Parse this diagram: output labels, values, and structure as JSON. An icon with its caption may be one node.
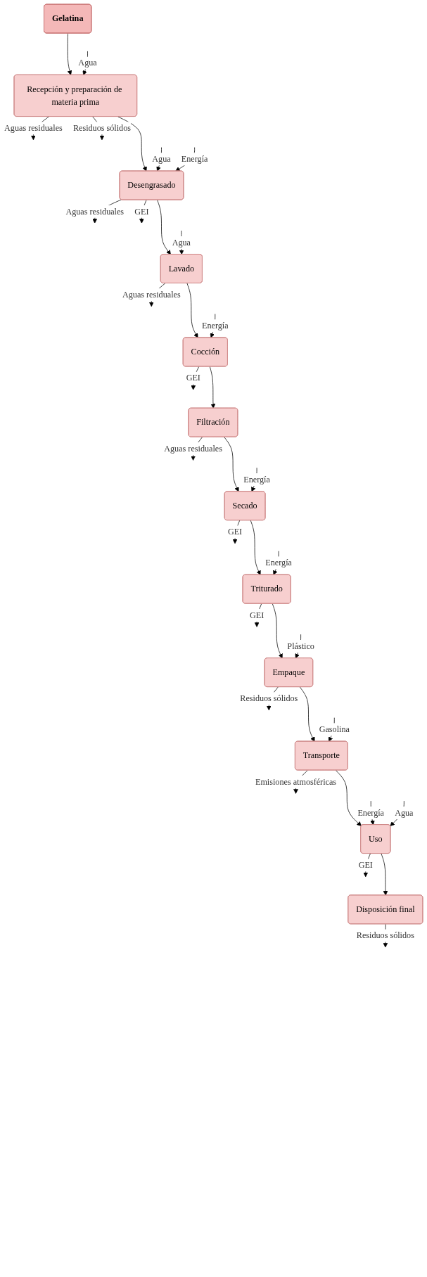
{
  "diagram": {
    "nodes": [
      {
        "text": [
          "Gelatina"
        ]
      },
      {
        "text": [
          "Recepción y preparación de materia prima"
        ]
      },
      {
        "text": [
          "Desengrasado"
        ]
      },
      {
        "text": [
          "Lavado"
        ]
      },
      {
        "text": [
          "Cocción"
        ]
      },
      {
        "text": [
          "Filtración"
        ]
      },
      {
        "text": [
          "Secado"
        ]
      },
      {
        "text": [
          "Triturado"
        ]
      },
      {
        "text": [
          "Empaque"
        ]
      },
      {
        "text": [
          "Transporte"
        ]
      },
      {
        "text": [
          "Uso"
        ]
      },
      {
        "text": [
          "Disposición final"
        ]
      }
    ],
    "edges": [
      {
        "from": 0,
        "to": 1,
        "arrow": "to"
      },
      {
        "from": null,
        "to": 1,
        "label": "Agua",
        "arrow": "to"
      },
      {
        "from": 1,
        "to": null,
        "label": "Aguas residuales",
        "arrow": "to"
      },
      {
        "from": 1,
        "to": null,
        "label": "Residuos sólidos",
        "arrow": "to"
      },
      {
        "from": 1,
        "to": 2,
        "arrow": "to"
      },
      {
        "from": null,
        "to": 2,
        "label": "Agua",
        "arrow": "to"
      },
      {
        "from": null,
        "to": 2,
        "label": "Energía",
        "arrow": "to"
      },
      {
        "from": 2,
        "to": null,
        "label": "Aguas residuales",
        "arrow": "to"
      },
      {
        "from": 2,
        "to": null,
        "label": "GEI",
        "arrow": "to"
      },
      {
        "from": 2,
        "to": 3,
        "arrow": "to"
      },
      {
        "from": null,
        "to": 3,
        "label": "Agua",
        "arrow": "to"
      },
      {
        "from": 3,
        "to": null,
        "label": "Aguas residuales",
        "arrow": "to"
      },
      {
        "from": 3,
        "to": 4,
        "arrow": "to"
      },
      {
        "from": null,
        "to": 4,
        "label": "Energía",
        "arrow": "to"
      },
      {
        "from": 4,
        "to": null,
        "label": "GEI",
        "arrow": "to"
      },
      {
        "from": 4,
        "to": 5,
        "arrow": "to"
      },
      {
        "from": 5,
        "to": null,
        "label": "Aguas residuales",
        "arrow": "to"
      },
      {
        "from": 5,
        "to": 6,
        "arrow": "to"
      },
      {
        "from": null,
        "to": 6,
        "label": "Energía",
        "arrow": "to"
      },
      {
        "from": 6,
        "to": null,
        "label": "GEI",
        "arrow": "to"
      },
      {
        "from": 6,
        "to": 7,
        "arrow": "to"
      },
      {
        "from": null,
        "to": 7,
        "label": "Energía",
        "arrow": "to"
      },
      {
        "from": 7,
        "to": null,
        "label": "GEI",
        "arrow": "to"
      },
      {
        "from": 7,
        "to": 8,
        "arrow": "to"
      },
      {
        "from": null,
        "to": 8,
        "label": "Plástico",
        "arrow": "to"
      },
      {
        "from": 8,
        "to": null,
        "label": "Residuos sólidos",
        "arrow": "to"
      },
      {
        "from": 8,
        "to": 9,
        "arrow": "to"
      },
      {
        "from": null,
        "to": 9,
        "label": "Gasolina",
        "arrow": "to"
      },
      {
        "from": 9,
        "to": null,
        "label": "Emisiones atmosféricas",
        "arrow": "to"
      },
      {
        "from": 9,
        "to": 10,
        "arrow": "to"
      },
      {
        "from": null,
        "to": 10,
        "label": "Energía",
        "arrow": "to"
      },
      {
        "from": null,
        "to": 10,
        "label": "Agua",
        "arrow": "to"
      },
      {
        "from": 10,
        "to": null,
        "label": "GEI",
        "arrow": "to"
      },
      {
        "from": 10,
        "to": 11,
        "arrow": "to"
      },
      {
        "from": 11,
        "to": null,
        "label": "Residuos sólidos",
        "arrow": "to"
      }
    ]
  }
}
